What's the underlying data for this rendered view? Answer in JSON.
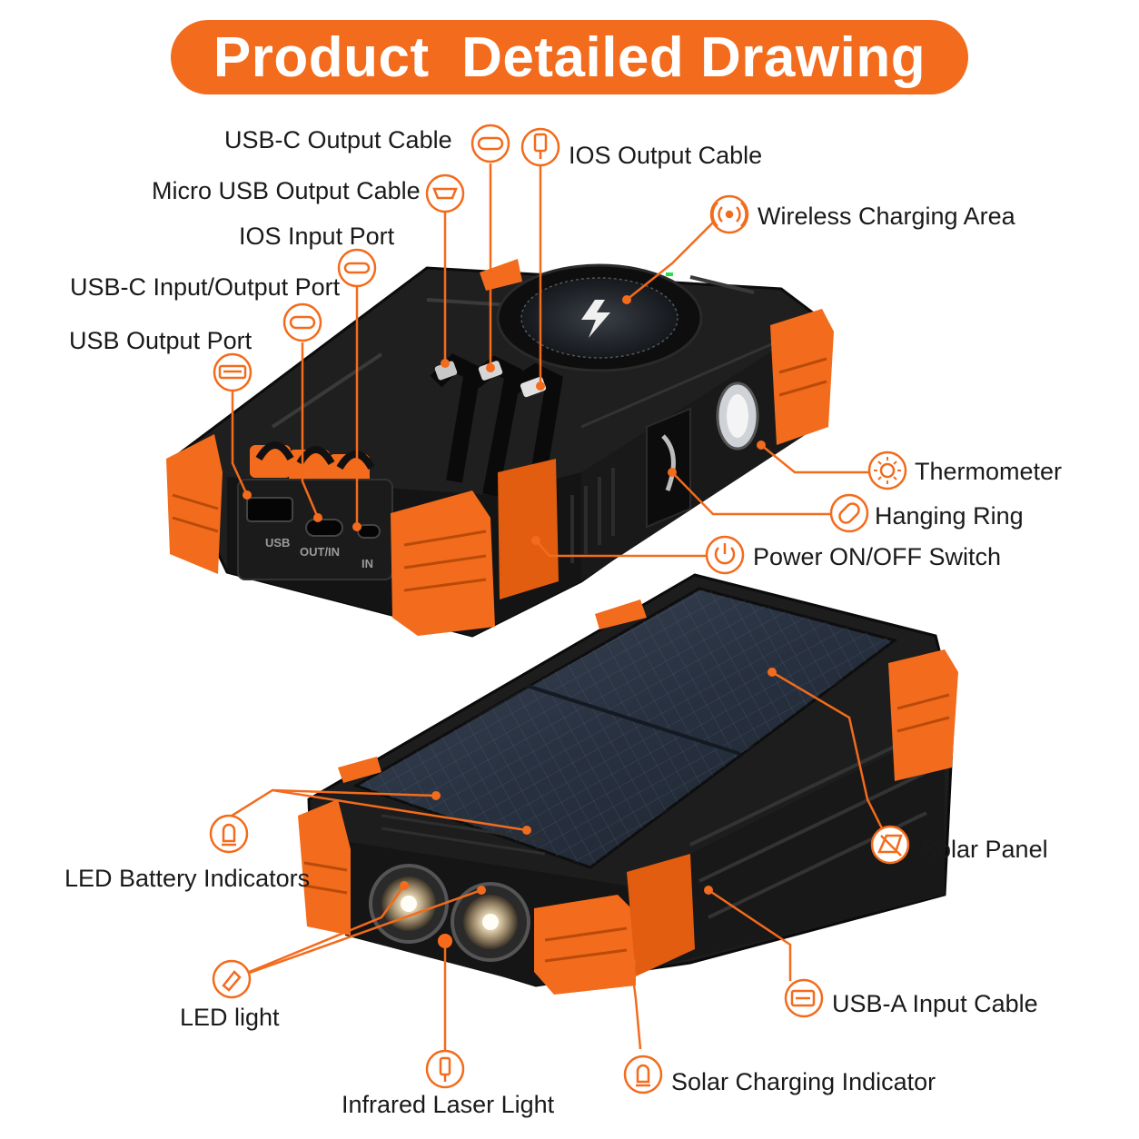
{
  "title": "Product  Detailed Drawing",
  "colors": {
    "accent": "#f36b1c",
    "body": "#1c1c1c",
    "panel": "#2b3340",
    "text": "#1a1a1a"
  },
  "top_unit": {
    "port_labels": [
      "USB",
      "OUT/IN",
      "IN"
    ],
    "callouts": [
      {
        "id": "usb-c-output-cable",
        "text": "USB-C Output Cable",
        "icon": "usb-c-icon"
      },
      {
        "id": "micro-usb-output-cable",
        "text": "Micro USB Output Cable",
        "icon": "micro-usb-icon"
      },
      {
        "id": "ios-input-port",
        "text": "IOS Input Port",
        "icon": "lightning-port-icon"
      },
      {
        "id": "usb-c-input-output-port",
        "text": "USB-C Input/Output Port",
        "icon": "usb-c-icon"
      },
      {
        "id": "usb-output-port",
        "text": "USB Output Port",
        "icon": "usb-a-icon"
      },
      {
        "id": "ios-output-cable",
        "text": "IOS Output Cable",
        "icon": "lightning-cable-icon"
      },
      {
        "id": "wireless-charging-area",
        "text": "Wireless Charging Area",
        "icon": "wireless-icon"
      },
      {
        "id": "thermometer",
        "text": "Thermometer",
        "icon": "sun-icon"
      },
      {
        "id": "hanging-ring",
        "text": "Hanging Ring",
        "icon": "carabiner-icon"
      },
      {
        "id": "power-switch",
        "text": "Power ON/OFF Switch",
        "icon": "power-icon"
      }
    ]
  },
  "bottom_unit": {
    "callouts": [
      {
        "id": "solar-panel",
        "text": "Solar Panel",
        "icon": "solar-icon"
      },
      {
        "id": "led-battery-indicators",
        "text": "LED Battery Indicators",
        "icon": "indicator-light-icon"
      },
      {
        "id": "led-light",
        "text": "LED light",
        "icon": "flashlight-icon"
      },
      {
        "id": "usb-a-input-cable",
        "text": "USB-A  Input Cable",
        "icon": "battery-icon"
      },
      {
        "id": "solar-charging-indicator",
        "text": "Solar Charging Indicator",
        "icon": "indicator-light-icon"
      },
      {
        "id": "infrared-laser-light",
        "text": "Infrared Laser Light",
        "icon": "laser-icon"
      }
    ]
  }
}
